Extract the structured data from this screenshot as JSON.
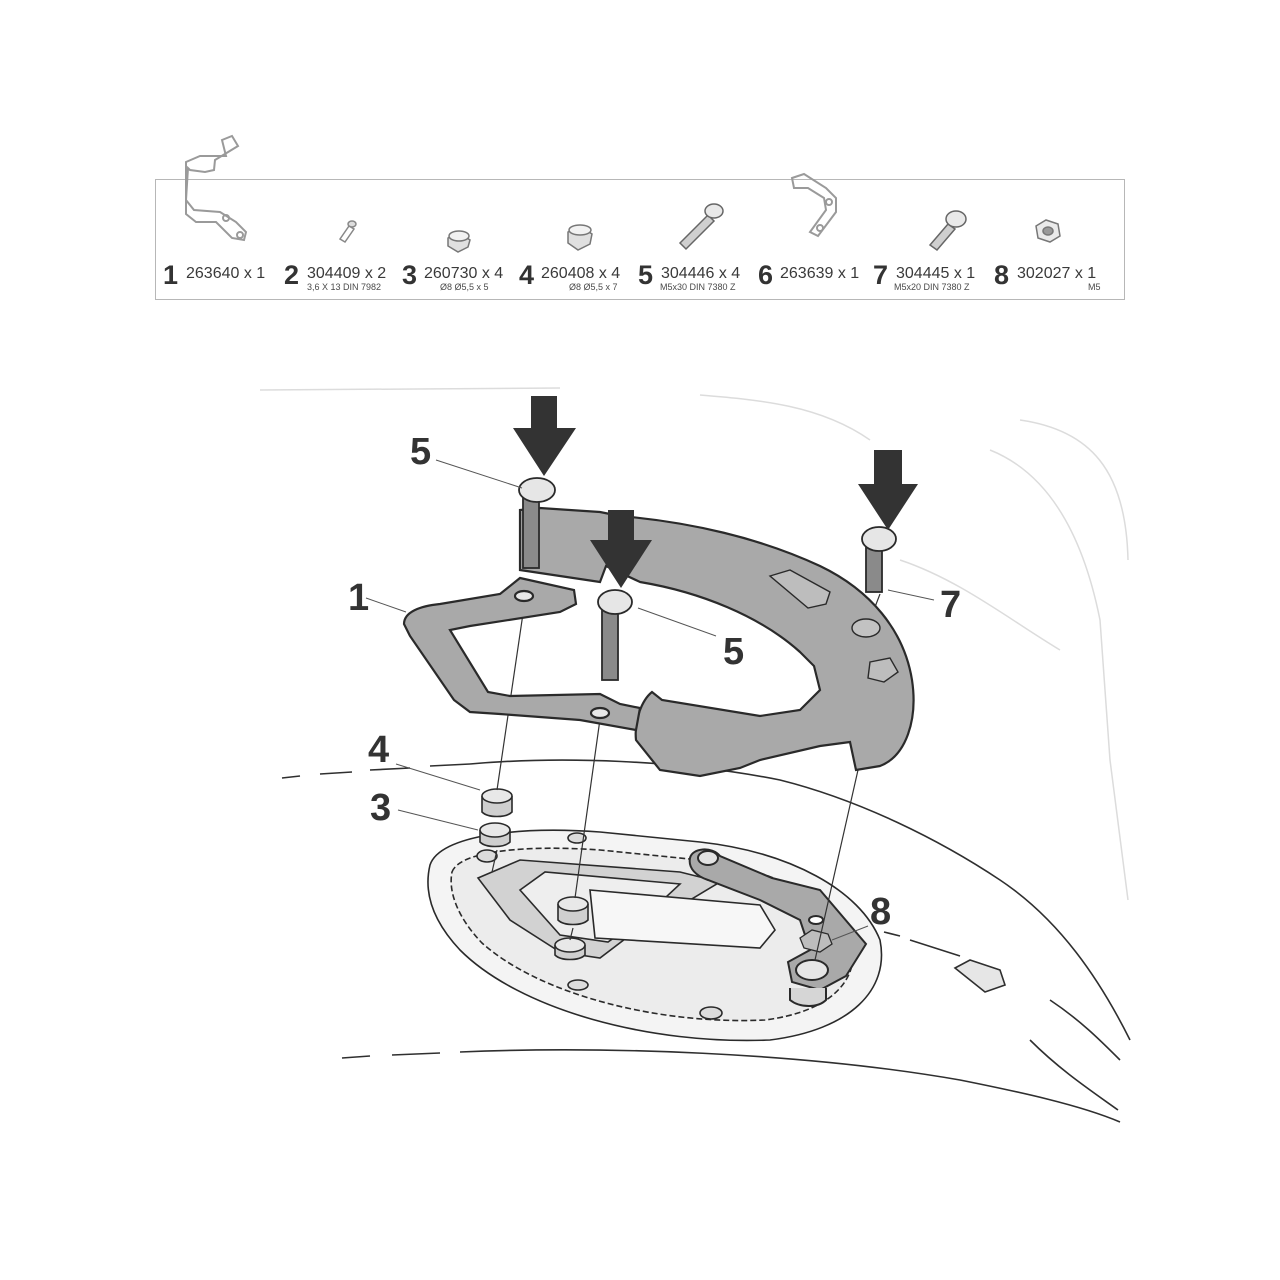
{
  "parts": [
    {
      "num": "1",
      "code": "263640 x 1",
      "spec": ""
    },
    {
      "num": "2",
      "code": "304409 x 2",
      "spec": "3,6 X 13 DIN 7982"
    },
    {
      "num": "3",
      "code": "260730 x 4",
      "spec": "Ø8 Ø5,5 x 5"
    },
    {
      "num": "4",
      "code": "260408 x 4",
      "spec": "Ø8 Ø5,5 x 7"
    },
    {
      "num": "5",
      "code": "304446 x 4",
      "spec": "M5x30 DIN 7380 Z"
    },
    {
      "num": "6",
      "code": "263639 x 1",
      "spec": ""
    },
    {
      "num": "7",
      "code": "304445 x 1",
      "spec": "M5x20 DIN 7380 Z"
    },
    {
      "num": "8",
      "code": "302027 x 1",
      "spec": "M5"
    }
  ],
  "callouts": {
    "c5a": "5",
    "c5b": "5",
    "c7": "7",
    "c1": "1",
    "c4": "4",
    "c3": "3",
    "c8": "8"
  },
  "colors": {
    "ink": "#333333",
    "bracket_fill": "#a9a9a9",
    "line": "#2a2a2a",
    "ghost": "#c8c8c8"
  }
}
